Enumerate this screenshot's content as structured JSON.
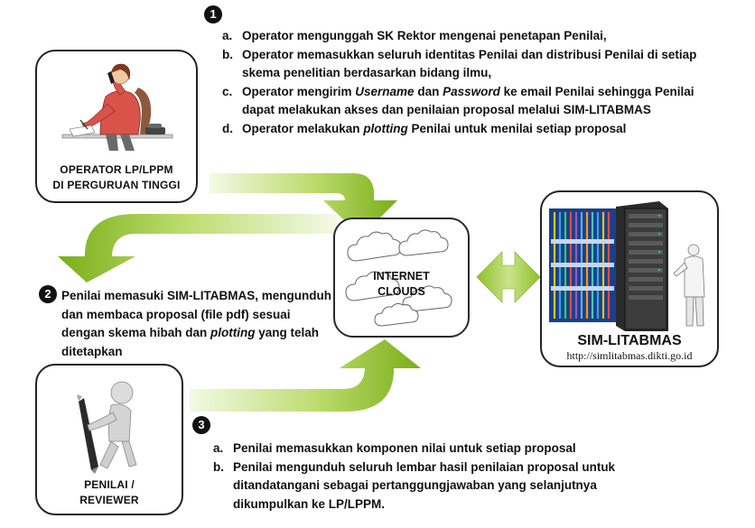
{
  "operator": {
    "caption_line1": "OPERATOR LP/LPPM",
    "caption_line2": "DI PERGURUAN TINGGI"
  },
  "reviewer": {
    "caption_line1": "PENILAI /",
    "caption_line2": "REVIEWER"
  },
  "cloud": {
    "label_line1": "INTERNET",
    "label_line2": "CLOUDS"
  },
  "sim": {
    "title": "SIM-LITABMAS",
    "url": "http://simlitabmas.dikti.go.id"
  },
  "step1": {
    "number": "1",
    "items": [
      {
        "marker": "a.",
        "segments": [
          {
            "text": "Operator mengunggah SK Rektor mengenai penetapan Penilai,",
            "italic": false
          }
        ]
      },
      {
        "marker": "b.",
        "segments": [
          {
            "text": "Operator memasukkan seluruh identitas Penilai dan distribusi Penilai di setiap skema penelitian berdasarkan bidang ilmu,",
            "italic": false
          }
        ]
      },
      {
        "marker": "c.",
        "segments": [
          {
            "text": "Operator mengirim ",
            "italic": false
          },
          {
            "text": "Username",
            "italic": true
          },
          {
            "text": " dan ",
            "italic": false
          },
          {
            "text": "Password",
            "italic": true
          },
          {
            "text": " ke email Penilai sehingga Penilai dapat melakukan akses dan penilaian proposal melalui SIM-LITABMAS",
            "italic": false
          }
        ]
      },
      {
        "marker": "d.",
        "segments": [
          {
            "text": "Operator melakukan ",
            "italic": false
          },
          {
            "text": "plotting",
            "italic": true
          },
          {
            "text": " Penilai untuk menilai setiap proposal",
            "italic": false
          }
        ]
      }
    ]
  },
  "step2": {
    "number": "2",
    "segments": [
      {
        "text": "Penilai memasuki SIM-LITABMAS, mengunduh dan membaca proposal (file pdf) sesuai dengan skema hibah dan ",
        "italic": false
      },
      {
        "text": "plotting",
        "italic": true
      },
      {
        "text": " yang telah ditetapkan",
        "italic": false
      }
    ]
  },
  "step3": {
    "number": "3",
    "items": [
      {
        "marker": "a.",
        "segments": [
          {
            "text": "Penilai memasukkan komponen nilai untuk setiap proposal",
            "italic": false
          }
        ]
      },
      {
        "marker": "b.",
        "segments": [
          {
            "text": "Penilai mengunduh seluruh lembar hasil penilaian proposal untuk ditandatangani sebagai pertanggungjawaban yang selanjutnya  dikumpulkan ke LP/LPPM.",
            "italic": false
          }
        ]
      }
    ]
  },
  "colors": {
    "arrow_light": "#eef6d6",
    "arrow_dark": "#82b41e",
    "cloud_stroke": "#555555",
    "step_circle": "#111111"
  }
}
